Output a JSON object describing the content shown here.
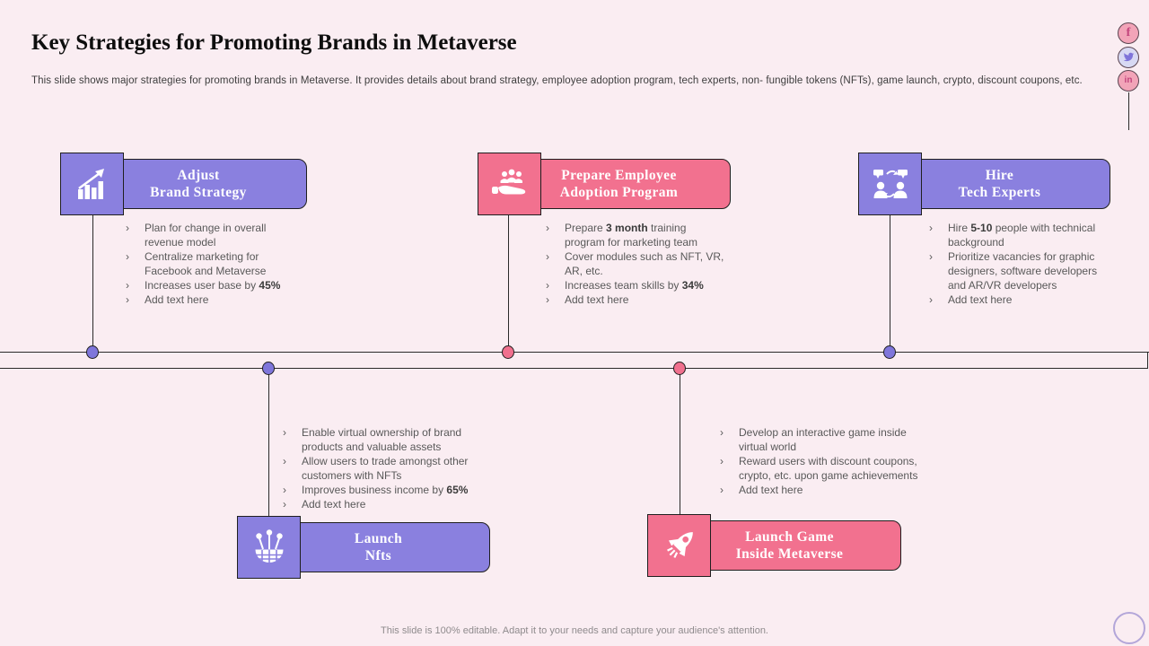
{
  "slide": {
    "title": "Key Strategies for Promoting Brands in Metaverse",
    "subtitle": "This slide shows major strategies for promoting brands in Metaverse. It provides details about brand strategy, employee adoption program, tech experts, non- fungible tokens (NFTs), game launch, crypto, discount coupons, etc.",
    "footer": "This slide is 100% editable. Adapt it to your needs and capture your audience's attention."
  },
  "colors": {
    "background": "#FAEDF2",
    "purple": "#8A80DF",
    "pink": "#F2718F",
    "dot_purple": "#7F76DB",
    "dot_pink": "#F0708E",
    "line": "#2a2a2a"
  },
  "bullet_marker": "›",
  "social_icons": [
    {
      "name": "facebook",
      "glyph": "f"
    },
    {
      "name": "twitter",
      "glyph": "bird"
    },
    {
      "name": "linkedin",
      "glyph": "in"
    }
  ],
  "strategies": [
    {
      "id": "adjust-brand-strategy",
      "theme": "purple",
      "icon": "growth-chart-icon",
      "title": [
        "Adjust",
        "Brand Strategy"
      ],
      "bullets": [
        [
          {
            "t": "Plan for change in overall revenue model"
          }
        ],
        [
          {
            "t": "Centralize marketing for Facebook and Metaverse"
          }
        ],
        [
          {
            "t": "Increases user base by "
          },
          {
            "t": "45%",
            "b": true
          }
        ],
        [
          {
            "t": "Add text here"
          }
        ]
      ]
    },
    {
      "id": "prepare-employee-adoption-program",
      "theme": "pink",
      "icon": "helping-hand-team-icon",
      "title": [
        "Prepare Employee",
        "Adoption Program"
      ],
      "bullets": [
        [
          {
            "t": "Prepare "
          },
          {
            "t": "3 month",
            "b": true
          },
          {
            "t": " training program for marketing team"
          }
        ],
        [
          {
            "t": "Cover modules such as NFT, VR, AR, etc."
          }
        ],
        [
          {
            "t": "Increases team skills by "
          },
          {
            "t": "34%",
            "b": true
          }
        ],
        [
          {
            "t": "Add text here"
          }
        ]
      ]
    },
    {
      "id": "hire-tech-experts",
      "theme": "purple",
      "icon": "people-discussion-icon",
      "title": [
        "Hire",
        "Tech Experts"
      ],
      "bullets": [
        [
          {
            "t": "Hire "
          },
          {
            "t": "5-10",
            "b": true
          },
          {
            "t": " people with technical background"
          }
        ],
        [
          {
            "t": "Prioritize vacancies for graphic designers, software developers and AR/VR developers"
          }
        ],
        [
          {
            "t": "Add text here"
          }
        ]
      ]
    },
    {
      "id": "launch-nfts",
      "theme": "purple",
      "icon": "globe-network-icon",
      "title": [
        "Launch",
        "Nfts"
      ],
      "bullets": [
        [
          {
            "t": "Enable virtual ownership of brand products and valuable assets"
          }
        ],
        [
          {
            "t": "Allow users to trade amongst other customers with NFTs"
          }
        ],
        [
          {
            "t": "Improves business income by "
          },
          {
            "t": "65%",
            "b": true
          }
        ],
        [
          {
            "t": "Add text here"
          }
        ]
      ]
    },
    {
      "id": "launch-game-inside-metaverse",
      "theme": "pink",
      "icon": "rocket-icon",
      "title": [
        "Launch Game",
        "Inside Metaverse"
      ],
      "bullets": [
        [
          {
            "t": "Develop an interactive game inside virtual world"
          }
        ],
        [
          {
            "t": "Reward users with discount coupons, crypto, etc. upon game achievements"
          }
        ],
        [
          {
            "t": "Add text here"
          }
        ]
      ]
    }
  ]
}
